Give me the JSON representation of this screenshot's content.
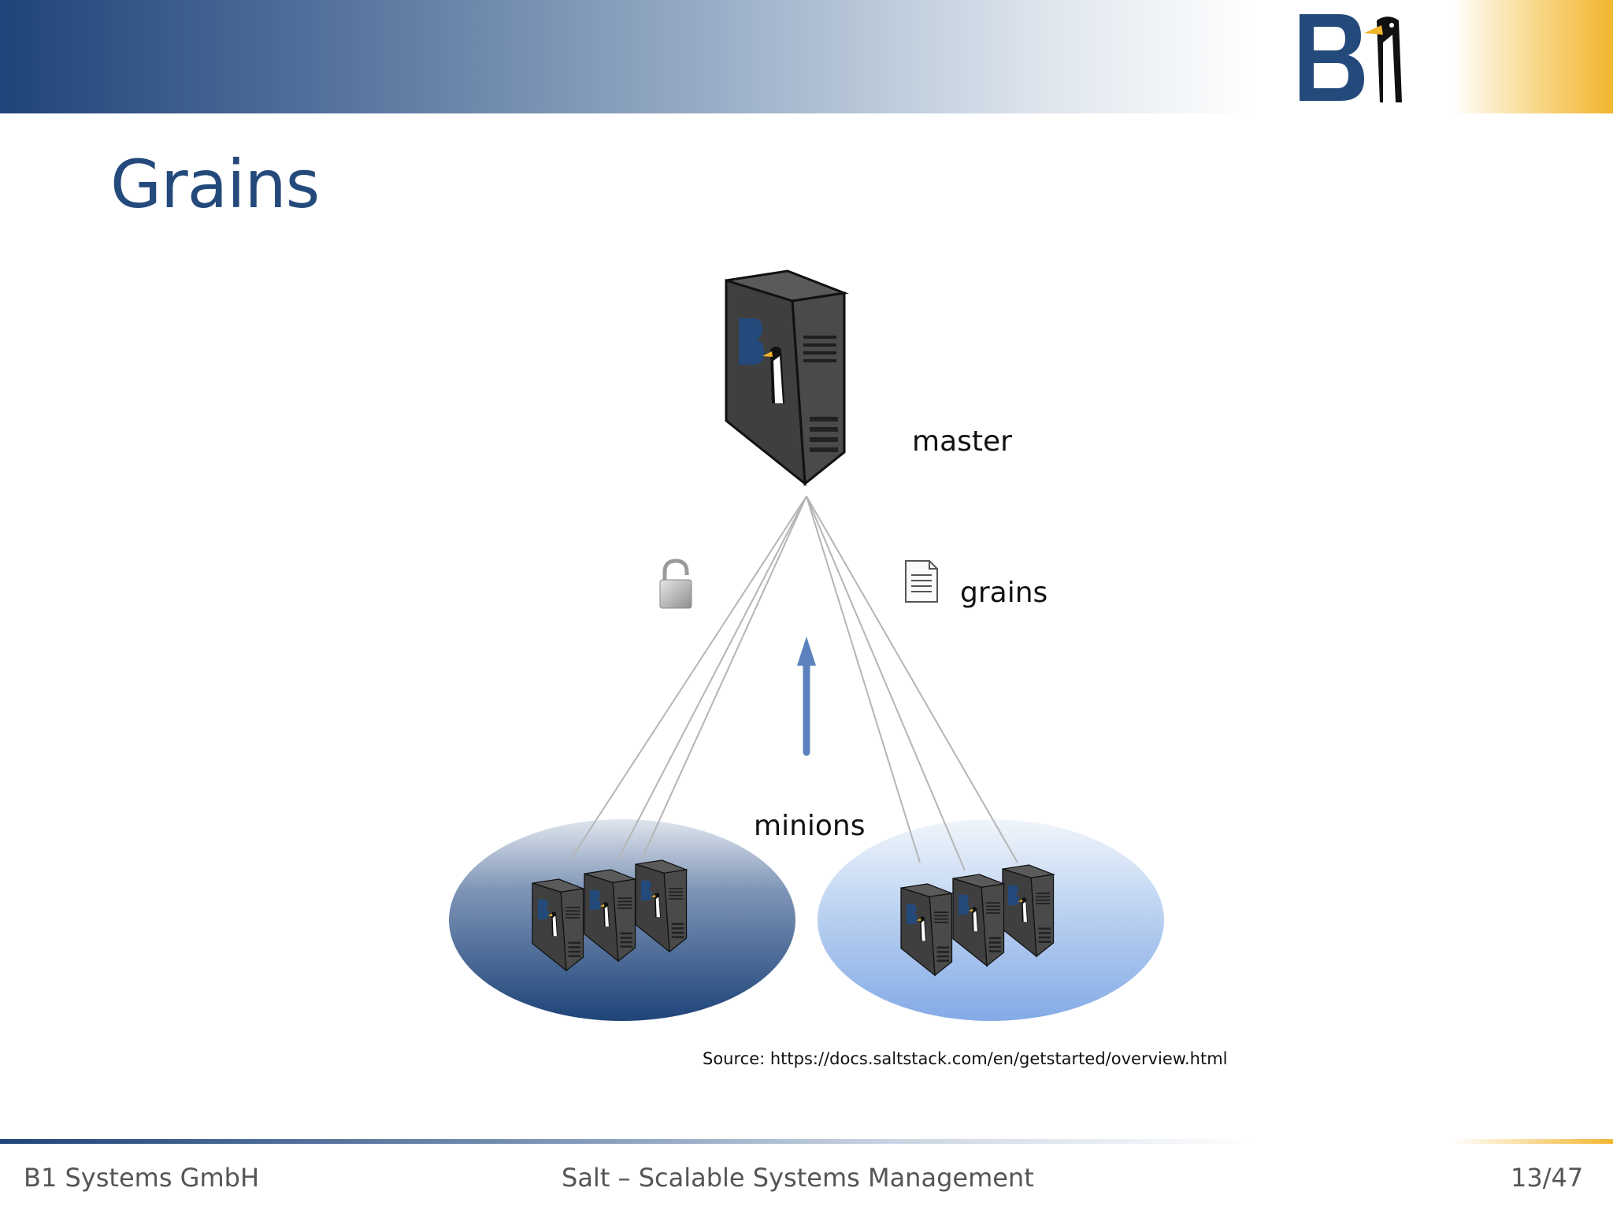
{
  "slide": {
    "title": "Grains"
  },
  "diagram": {
    "master_label": "master",
    "grains_label": "grains",
    "minions_label": "minions",
    "source": "Source: https://docs.saltstack.com/en/getstarted/overview.html"
  },
  "footer": {
    "company": "B1 Systems GmbH",
    "presentation": "Salt – Scalable Systems Management",
    "page": "13/47"
  },
  "colors": {
    "brand_blue": "#244a7c",
    "arrow_blue": "#5b82bd",
    "accent_yellow": "#f2b52e"
  },
  "icons": [
    "b1-logo-icon",
    "server-icon",
    "padlock-icon",
    "document-icon",
    "arrow-up-icon"
  ]
}
